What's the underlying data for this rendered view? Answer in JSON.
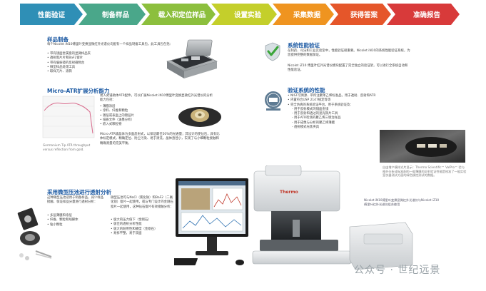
{
  "workflow": {
    "steps": [
      {
        "label": "性能验证",
        "color": "#2f8fb6"
      },
      {
        "label": "制备样品",
        "color": "#4aa78a"
      },
      {
        "label": "载入和定位样品",
        "color": "#8cbf3d"
      },
      {
        "label": "设置实验",
        "color": "#c4cf2b"
      },
      {
        "label": "采集数据",
        "color": "#ef9420"
      },
      {
        "label": "获得答案",
        "color": "#e5562a"
      },
      {
        "label": "准确报告",
        "color": "#d83a3a"
      }
    ]
  },
  "sample_prep": {
    "title": "样品制备",
    "intro": "每个Nicolet iN10傅里叶变换显微红外光谱仪均配有一个样品制备工具包，此工具包包括：",
    "items": [
      "• 带有镜面金属盘的显微样品夹",
      "• 透射窗片片和BaF2窗片",
      "• 带有偏振镜的反射载物台",
      "• 微型样品处理工具",
      "• 取样刀片、滚筒"
    ]
  },
  "micro_atr": {
    "title": "Micro-ATR扩展分析能力",
    "text": "易入式铺助体ATR配件，可以扩展Nicolet iN10傅里叶变换显微红外光谱仪的分析能力包括：",
    "items": [
      "• 薄膜涂层",
      "• 涂料、纤维和颗粒",
      "• 镀层或表面上的镀层片",
      "• 纸质文件（油墨分析）",
      "• 嵌入式颗粒物"
    ],
    "text2": "Micro-ATR铺晶体为多面反射式，以保证最佳50%的光通量；其设计的使钻石，具有比体标定模式，精确定位、防尘污染、易于清洗，晶体直径小，实现了与小细颗粒接触和精确测量的完美平衡。",
    "chart_caption": "Germanium Tip ATR throughput versus reflection from gold."
  },
  "sys_verify": {
    "title": "系统性能验证",
    "text": "在制药、司法和工业实验室中，性能验证很重要。Nicolet iN10的系统性能验证系统，为您提供完整的数据保证。",
    "text2": "Nicolet iZ10 傅里叶红外光谱仪模块配置了完全独立的验证架，可以进行全系统自动和性能验证。"
  },
  "verify_perf": {
    "title": "验证系统的性能",
    "items": [
      "• NIST可溯源、带所注聚苯乙烯标准品，用于透射、反射和ATR",
      "• 内置符合USP 2147规定等等",
      "• 完全仿真的系统验证平台，用于系统验证及：",
      "  - 用于反射模式的镜面金镜",
      "  - 用于反射和透过的遮光铜片工具",
      "  - 用于ATR检测的聚乙烯三明治样品",
      "  - 用于成像与分析的聚乙烯薄膜",
      "  - 透射模式光焦夹具"
    ],
    "caption": "自由增产模样式片显示：Thermo Scientific™ ValPro™ 验与格外分析成标准配的一般薄膜的反射验证性能是校准了一般实验室仪器测试方面的绿色操控测试的数据。"
  },
  "transmission": {
    "title": "采用微型压池进行透射分析",
    "text1": "这种微型压池适用于制备样品，减少样品接触、保证样品分量进行透射分析：",
    "items1": [
      "• 多层薄膜和涂层",
      "• 纤维、颗粒和线脚体",
      "• 粘小颗粒"
    ],
    "text2": "微型压池可与NaCl（氯化钠）和BaF2（二氟化钡）窗片一起使用，或与专门设计的金刚石窗片一起使用，这种钻石窗片有效接触分析：",
    "items2": [
      "• 极大的压力值下（金刚石）",
      "• 极佳的透射分析性能",
      "• 极大的耐用性和硬度（金刚石）",
      "• 易拆平整，易于双面"
    ]
  },
  "watermark": "公众号 · 世纪远景",
  "spectrometer": {
    "brand": "Thermo",
    "caption": "Nicolet iN10傅里叶变换显微红外光谱仪与Nicolet iZ10傅里叶红外光谱仪组合使用"
  }
}
